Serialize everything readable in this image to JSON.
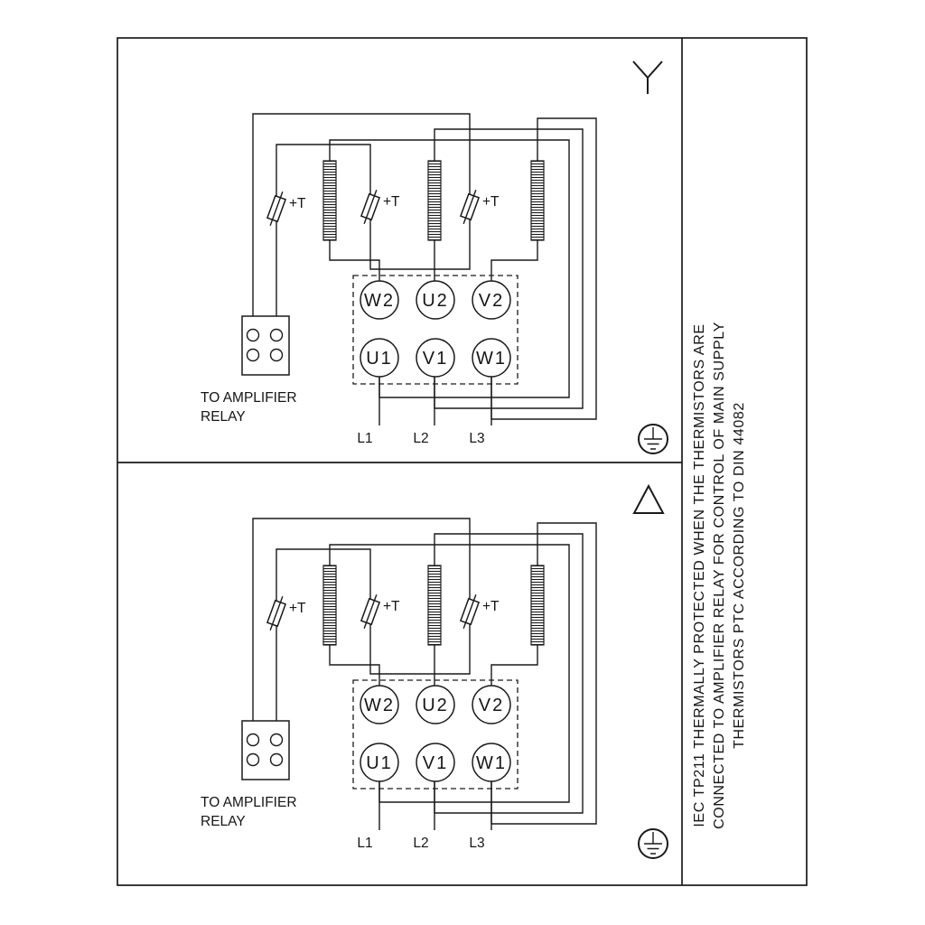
{
  "page": {
    "background": "#ffffff",
    "line_color": "#1a1a1a"
  },
  "panels": [
    {
      "id": "star-connection",
      "connection_symbol": "star-icon",
      "ground_symbol": "earth-ground-icon",
      "thermistor_label": "+T",
      "terminals_top": [
        "W2",
        "U2",
        "V2"
      ],
      "terminals_bottom": [
        "U1",
        "V1",
        "W1"
      ],
      "relay_caption": [
        "TO AMPLIFIER",
        "RELAY"
      ],
      "supply_lines": [
        "L1",
        "L2",
        "L3"
      ]
    },
    {
      "id": "delta-connection",
      "connection_symbol": "delta-icon",
      "ground_symbol": "earth-ground-icon",
      "thermistor_label": "+T",
      "terminals_top": [
        "W2",
        "U2",
        "V2"
      ],
      "terminals_bottom": [
        "U1",
        "V1",
        "W1"
      ],
      "relay_caption": [
        "TO AMPLIFIER",
        "RELAY"
      ],
      "supply_lines": [
        "L1",
        "L2",
        "L3"
      ]
    }
  ],
  "side_note": {
    "lines": [
      "IEC TP211 THERMALLY PROTECTED WHEN THE THERMISTORS ARE",
      "CONNECTED TO AMPLIFIER RELAY FOR CONTROL OF MAIN SUPPLY",
      "THERMISTORS PTC ACCORDING TO DIN 44082"
    ]
  }
}
